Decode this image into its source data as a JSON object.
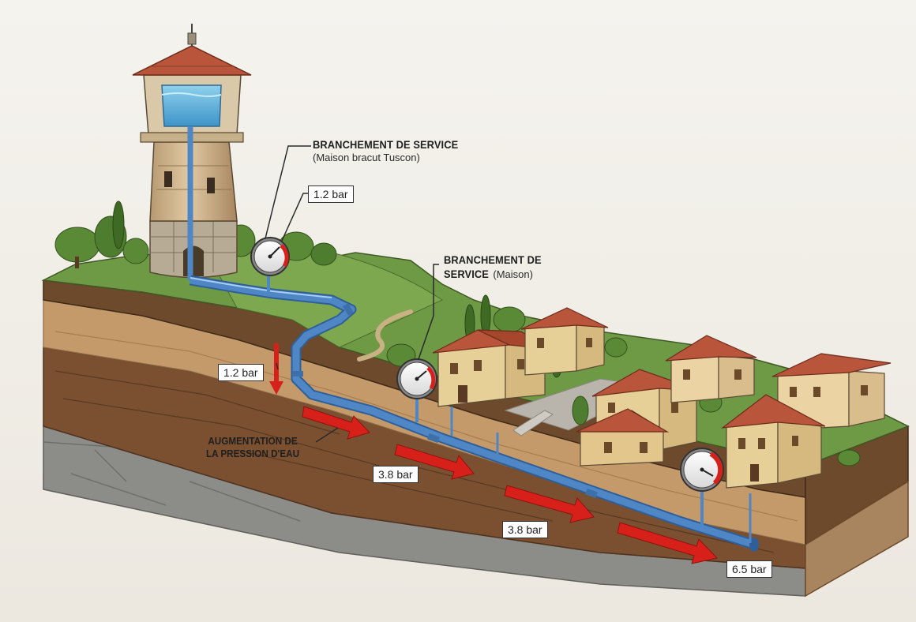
{
  "callout_top": {
    "title": "BRANCHEMENT DE SERVICE",
    "subtitle": "(Maison bracut Tuscon)"
  },
  "callout_mid": {
    "title_line1": "BRANCHEMENT DE",
    "title_line2": "SERVICE",
    "title_suffix": "(Maison)"
  },
  "pressure_labels": {
    "gauge_top": "1.2 bar",
    "underground_top": "1.2 bar",
    "mid_a": "3.8 bar",
    "mid_b": "3.8 bar",
    "end": "6.5 bar"
  },
  "pressure_increase": {
    "line1": "AUGMENTATION DE",
    "line2": "LA PRESSION D'EAU"
  },
  "colors": {
    "pipe": "#4f86c6",
    "arrow": "#d8201b",
    "grass": "#6f9a45",
    "soil_dark": "#7a5030",
    "soil_light": "#b98a5c",
    "rock": "#8c8c88",
    "roof": "#b8553a",
    "wall": "#e7cf98"
  }
}
